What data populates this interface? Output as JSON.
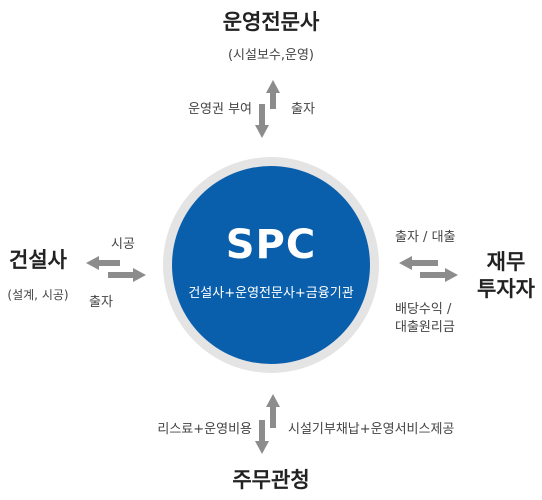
{
  "center": {
    "title": "SPC",
    "subtitle": "건설사+운영전문사+금융기관"
  },
  "top": {
    "title": "운영전문사",
    "subtitle": "(시설보수,운영)",
    "flow_left": "운영권 부여",
    "flow_right": "출자"
  },
  "left": {
    "title": "건설사",
    "subtitle": "(설계, 시공)",
    "flow_top": "시공",
    "flow_bottom": "출자"
  },
  "right": {
    "title_line1": "재무",
    "title_line2": "투자자",
    "flow_top": "출자 / 대출",
    "flow_bottom_line1": "배당수익 /",
    "flow_bottom_line2": "대출원리금"
  },
  "bottom": {
    "title": "주무관청",
    "flow_left": "리스료+운영비용",
    "flow_right": "시설기부채납+운영서비스제공"
  },
  "colors": {
    "center_fill": "#0a5fad",
    "ring": "#e4e4e4",
    "arrow": "#8c8c8c"
  }
}
